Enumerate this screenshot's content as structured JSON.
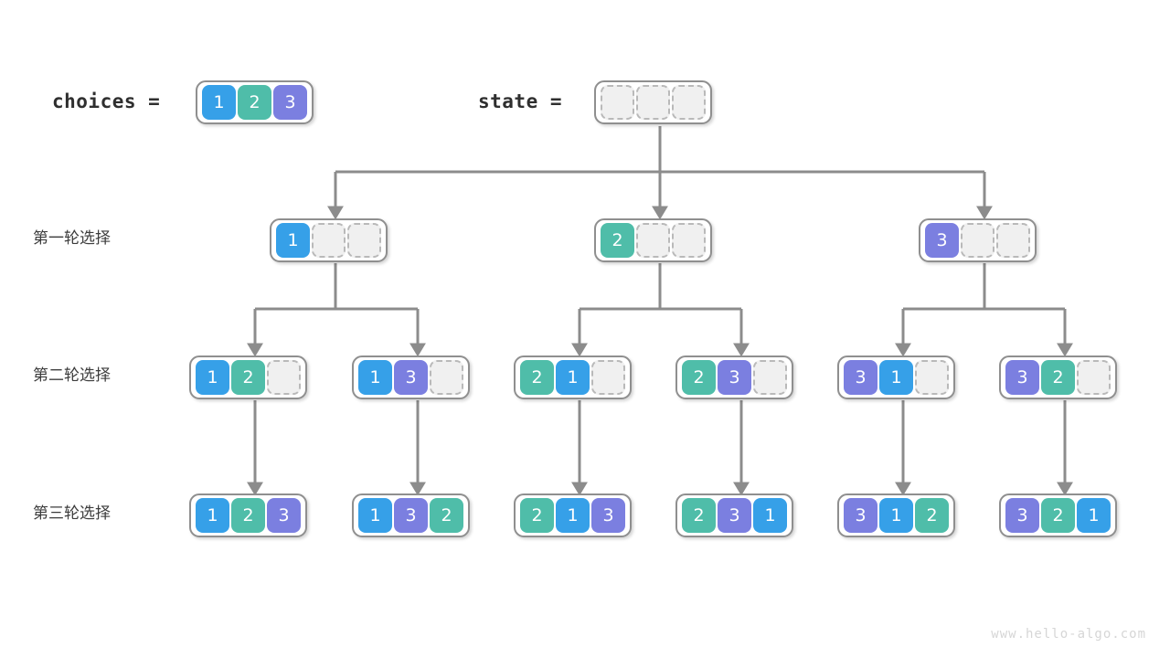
{
  "palette": {
    "blue": "#36a0e8",
    "green": "#4fbda9",
    "purple": "#7b7fe0",
    "empty_fill": "#f0f0f0",
    "empty_border": "#b9b9b9",
    "node_border": "#8f8f8f",
    "wire": "#8c8c8c",
    "text": "#3c3c3c"
  },
  "header": {
    "choices_label": "choices  =",
    "choices_values": [
      "1",
      "2",
      "3"
    ],
    "state_label": "state  =",
    "state_values": [
      "",
      "",
      ""
    ]
  },
  "rows": [
    {
      "label": "第一轮选择"
    },
    {
      "label": "第二轮选择"
    },
    {
      "label": "第三轮选择"
    }
  ],
  "level1": [
    {
      "values": [
        "1",
        "",
        ""
      ]
    },
    {
      "values": [
        "2",
        "",
        ""
      ]
    },
    {
      "values": [
        "3",
        "",
        ""
      ]
    }
  ],
  "level2": [
    {
      "values": [
        "1",
        "2",
        ""
      ]
    },
    {
      "values": [
        "1",
        "3",
        ""
      ]
    },
    {
      "values": [
        "2",
        "1",
        ""
      ]
    },
    {
      "values": [
        "2",
        "3",
        ""
      ]
    },
    {
      "values": [
        "3",
        "1",
        ""
      ]
    },
    {
      "values": [
        "3",
        "2",
        ""
      ]
    }
  ],
  "level3": [
    {
      "values": [
        "1",
        "2",
        "3"
      ]
    },
    {
      "values": [
        "1",
        "3",
        "2"
      ]
    },
    {
      "values": [
        "2",
        "1",
        "3"
      ]
    },
    {
      "values": [
        "2",
        "3",
        "1"
      ]
    },
    {
      "values": [
        "3",
        "1",
        "2"
      ]
    },
    {
      "values": [
        "3",
        "2",
        "1"
      ]
    }
  ],
  "watermark": "www.hello-algo.com"
}
